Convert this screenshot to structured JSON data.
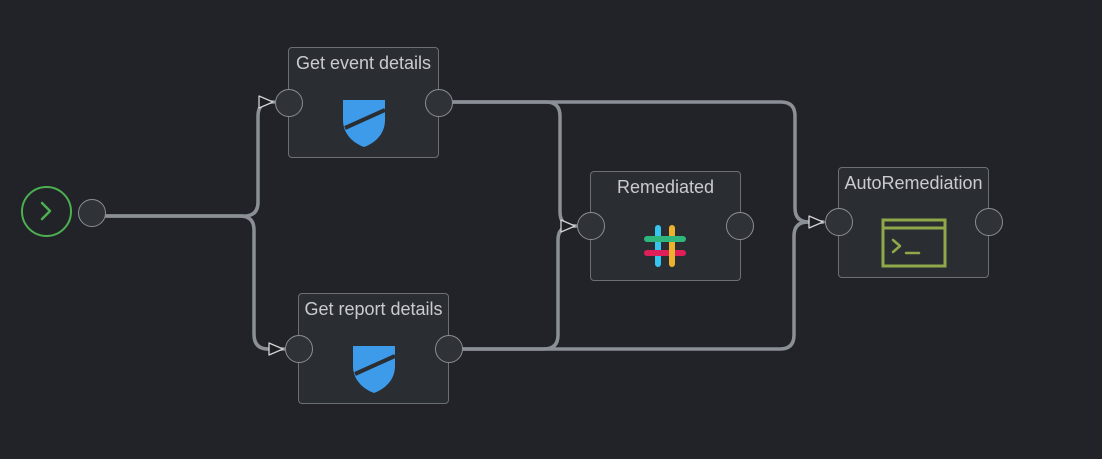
{
  "workflow": {
    "nodes": [
      {
        "id": "get-event-details",
        "title": "Get event details",
        "icon": "shield-icon"
      },
      {
        "id": "get-report-details",
        "title": "Get report details",
        "icon": "shield-icon"
      },
      {
        "id": "remediated",
        "title": "Remediated",
        "icon": "slack-icon"
      },
      {
        "id": "autoremediation",
        "title": "AutoRemediation",
        "icon": "terminal-icon"
      }
    ],
    "edges": [
      {
        "from": "start",
        "to": "get-event-details"
      },
      {
        "from": "start",
        "to": "get-report-details"
      },
      {
        "from": "get-event-details",
        "to": "remediated"
      },
      {
        "from": "get-event-details",
        "to": "autoremediation"
      },
      {
        "from": "get-report-details",
        "to": "remediated"
      },
      {
        "from": "get-report-details",
        "to": "autoremediation"
      }
    ]
  },
  "colors": {
    "background": "#212328",
    "start": "#4caf50",
    "edge": "#8b9096",
    "shield": "#3d9be9",
    "terminal": "#8fa84a"
  }
}
